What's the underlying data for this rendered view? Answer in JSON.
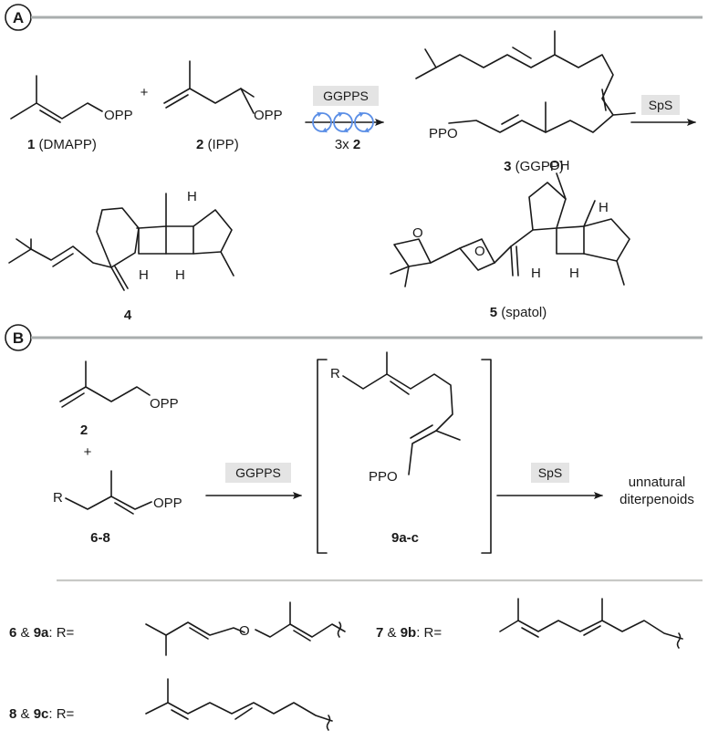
{
  "panels": {
    "a_letter": "A",
    "b_letter": "B"
  },
  "panel_a": {
    "c1_num": "1",
    "c1_name": "(DMAPP)",
    "c2_num": "2",
    "c2_name": "(IPP)",
    "plus": "+",
    "enzyme1": "GGPPS",
    "repeat_prefix": "3x",
    "repeat_num": "2",
    "c3_num": "3",
    "c3_name": "(GGPP)",
    "enzyme2": "SpS",
    "c4_num": "4",
    "c5_num": "5",
    "c5_name": "(spatol)"
  },
  "panel_b": {
    "c2_num": "2",
    "plus": "+",
    "c68": "6-8",
    "enzyme1": "GGPPS",
    "intermediate": "9a-c",
    "enzyme2": "SpS",
    "product_line1": "unnatural",
    "product_line2": "diterpenoids"
  },
  "r_groups": {
    "row1_a_num1": "6",
    "row1_a_amp": "&",
    "row1_a_num2": "9a",
    "row1_a_eq": ": R=",
    "row1_b_num1": "7",
    "row1_b_amp": "&",
    "row1_b_num2": "9b",
    "row1_b_eq": ": R=",
    "row2_num1": "8",
    "row2_amp": "&",
    "row2_num2": "9c",
    "row2_eq": ": R="
  },
  "atoms": {
    "opp": "OPP",
    "ppo": "PPO",
    "oh": "OH",
    "h": "H",
    "o": "O",
    "r": "R"
  },
  "colors": {
    "rule": "#a9aeae",
    "enzyme_box": "#e4e4e4",
    "cycle_arrows": "#5a8ee6",
    "ink": "#1a1a1a"
  }
}
